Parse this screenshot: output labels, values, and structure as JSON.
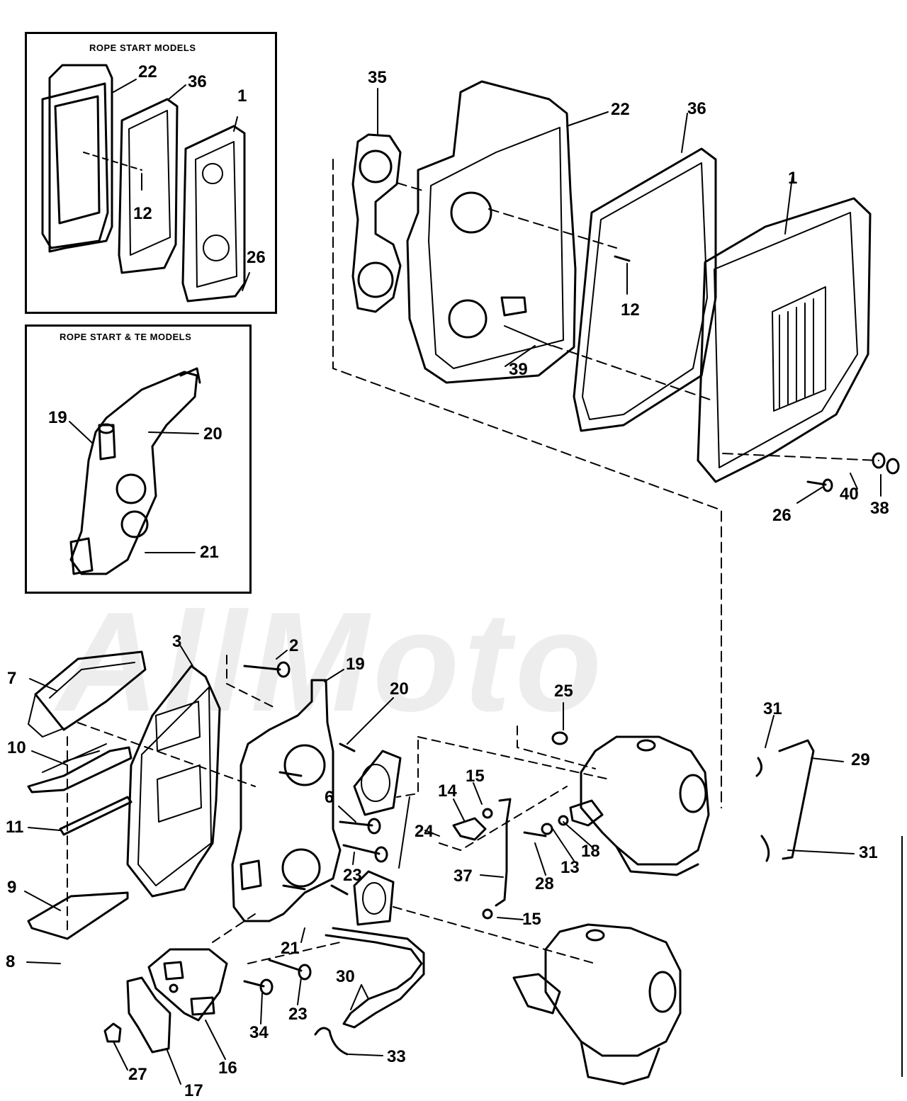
{
  "insets": [
    {
      "title": "ROPE START MODELS"
    },
    {
      "title": "ROPE START & TE MODELS"
    }
  ],
  "watermark": "AllMoto",
  "callouts": {
    "inset1": [
      "22",
      "36",
      "1",
      "12",
      "26"
    ],
    "inset2": [
      "19",
      "20",
      "21"
    ],
    "main_top": [
      "35",
      "22",
      "36",
      "1",
      "12",
      "39",
      "26",
      "40",
      "38"
    ],
    "main_bottom": [
      "7",
      "3",
      "2",
      "19",
      "20",
      "25",
      "31",
      "29",
      "31",
      "10",
      "11",
      "9",
      "8",
      "6",
      "15",
      "14",
      "24",
      "23",
      "37",
      "18",
      "13",
      "28",
      "15",
      "21",
      "23",
      "34",
      "30",
      "33",
      "16",
      "27",
      "17"
    ]
  }
}
